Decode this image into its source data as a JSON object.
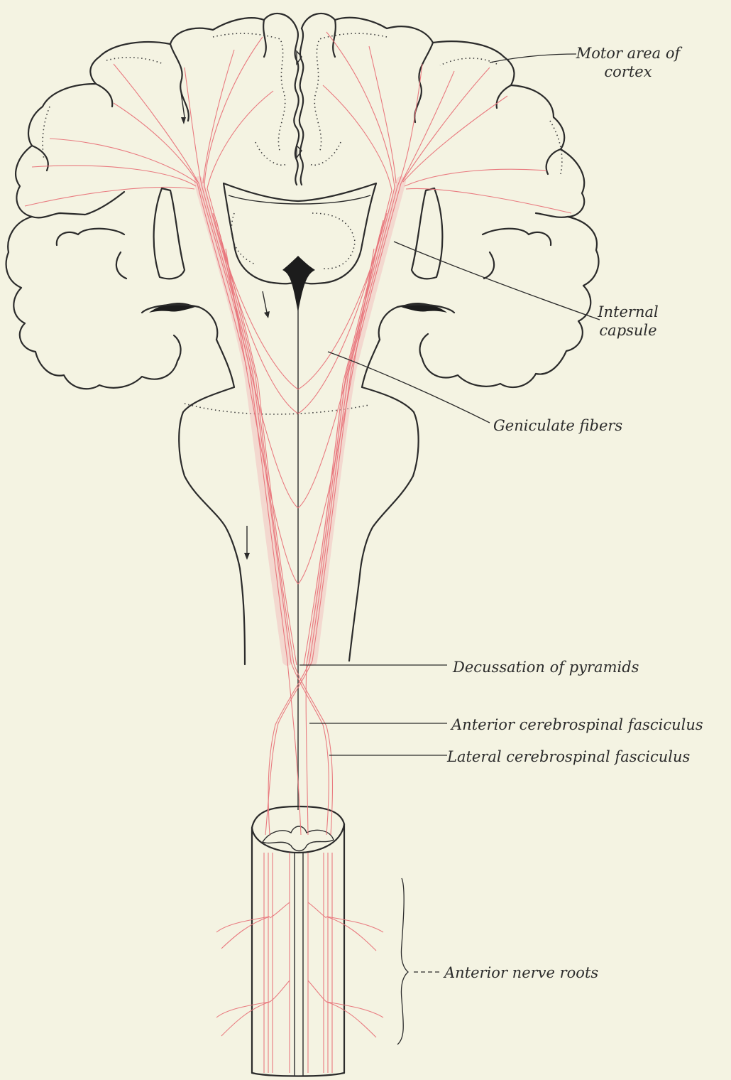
{
  "figure": {
    "labels": {
      "motor_area": [
        "Motor area of",
        "cortex"
      ],
      "internal_capsule": [
        "Internal",
        "capsule"
      ],
      "geniculate_fibers": "Geniculate fibers",
      "decussation": "Decussation of pyramids",
      "anterior_fasciculus": "Anterior cerebrospinal fasciculus",
      "lateral_fasciculus": "Lateral cerebrospinal fasciculus",
      "anterior_roots": "Anterior nerve roots"
    },
    "colors": {
      "background": "#f4f3e2",
      "outline": "#2b2b2b",
      "tract": "#e8747a"
    }
  }
}
